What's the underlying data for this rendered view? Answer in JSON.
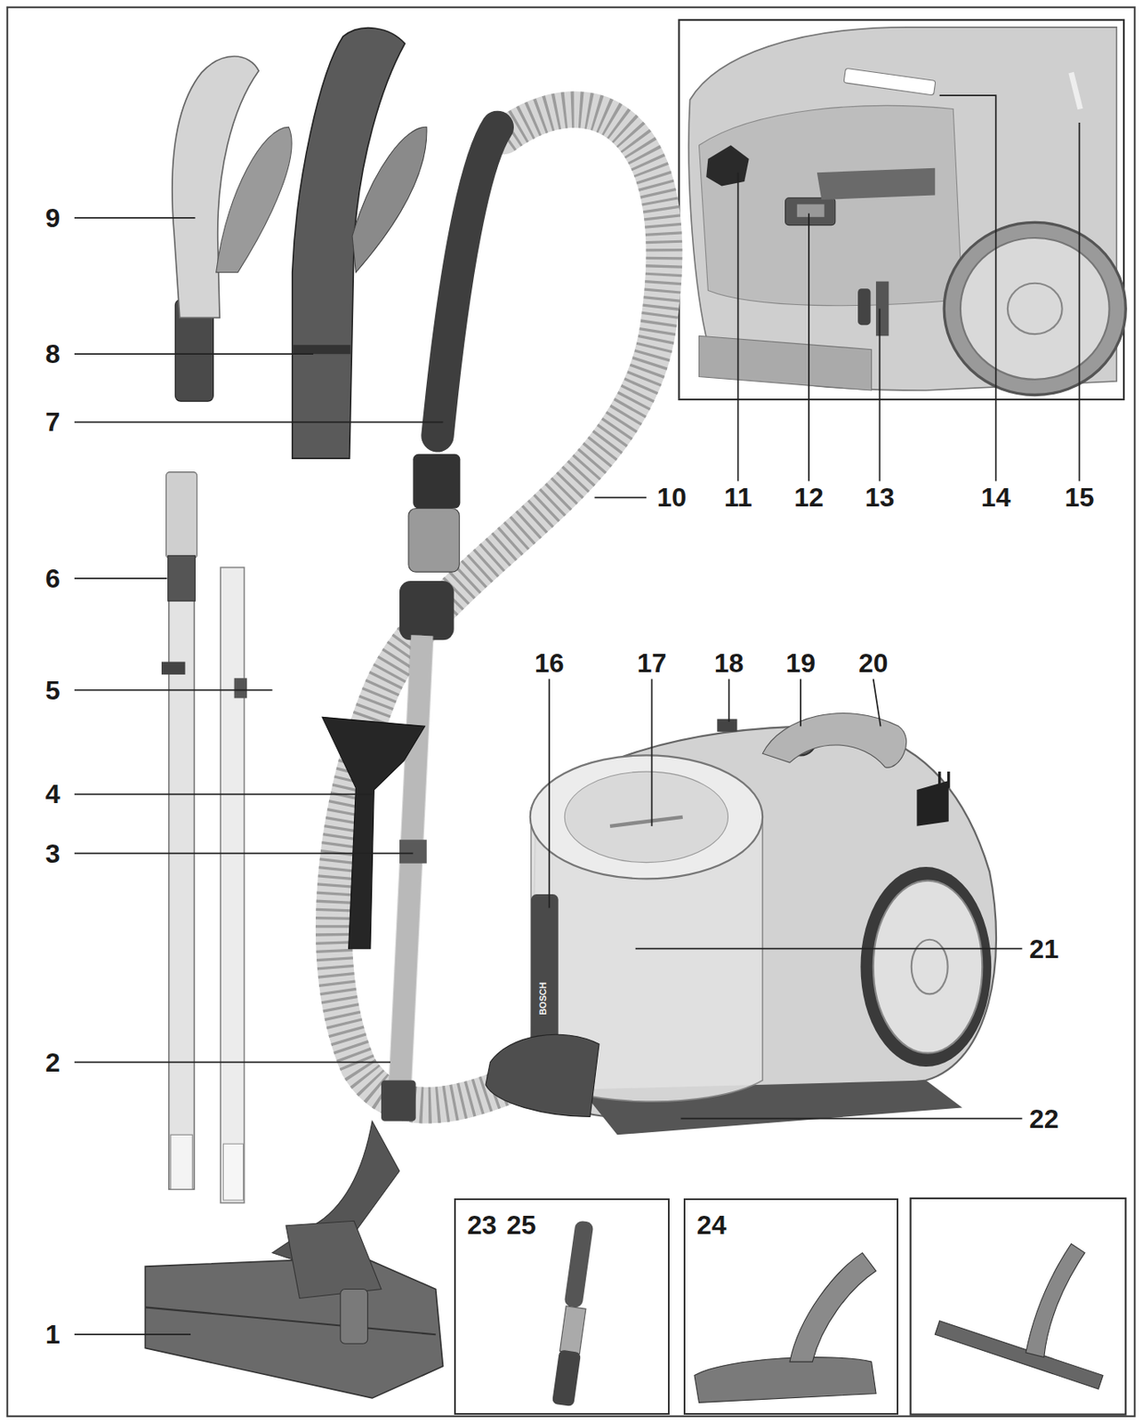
{
  "diagram": {
    "nodes": [
      {
        "text": [
          "23",
          "25"
        ]
      },
      {
        "text": [
          "24"
        ]
      }
    ],
    "labels": [
      "9",
      "8",
      "7",
      "6",
      "5",
      "4",
      "3",
      "2",
      "1",
      "10",
      "11",
      "12",
      "13",
      "14",
      "15",
      "16",
      "17",
      "18",
      "19",
      "20",
      "21",
      "22",
      "BOSCH"
    ]
  }
}
